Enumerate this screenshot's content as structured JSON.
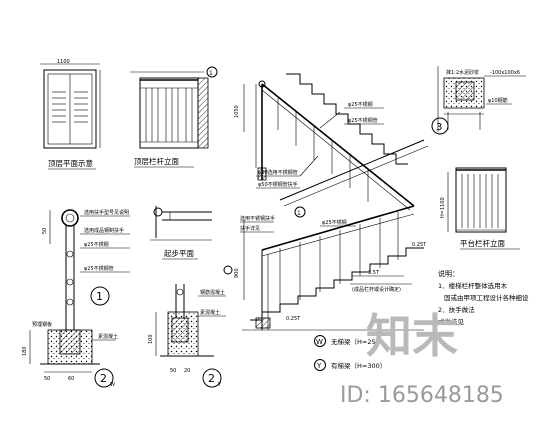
{
  "labels": {
    "top_plan": "顶层平面示意",
    "top_elev": "顶层栏杆立面",
    "start_plan": "起步平面",
    "platform_elev": "平台栏杆立面",
    "callout1": "选用扶手型号见说明",
    "callout2": "φ25不锈钢",
    "callout3": "φ25不锈钢管",
    "callout4": "φ50不锈钢管扶手",
    "callout5": "φ20选用不锈钢管",
    "callout6": "选用成品钢制扶手",
    "callout7": "选用不锈钢扶手",
    "callout8": "钢筋混凝土",
    "callout9": "抹1:2水泥砂浆",
    "callout10": "φ10钢筋",
    "callout11": "(成品栏杆或设计确定)",
    "callout12": "预埋钢板",
    "callout13": "素混凝土",
    "callout14": "扶手详见",
    "dim_900": "900",
    "dim_1050": "1050",
    "dim_1100": "1100",
    "dim_500": "50",
    "dim_35t": "3.5T",
    "dim_025t": "0.25T",
    "dim_025t_b": "0.25T",
    "dim_100x6": "-100x100x6",
    "dim_h": "H=1100",
    "dim_50a": "50",
    "dim_50b": "50",
    "dim_60": "60",
    "dim_180": "180",
    "dim_20": "20",
    "dim_100": "100",
    "detail_1": "1",
    "detail_2": "2",
    "detail_2w_sub": "W",
    "detail_2y_sub": "Y",
    "detail_3": "3",
    "legend_w_letter": "W",
    "legend_w_text": "无梯梁（H=25",
    "legend_y_letter": "Y",
    "legend_y_text": "有梯梁（H=300）",
    "notes_title": "说明：",
    "note1": "1．楼梯栏杆整体选用木",
    "note2": "固或由甲项工程设计各种细设",
    "note3": "2．扶手做法",
    "note4": "式做法见"
  },
  "watermark": {
    "brand": "知末",
    "id": "ID: 165648185"
  }
}
